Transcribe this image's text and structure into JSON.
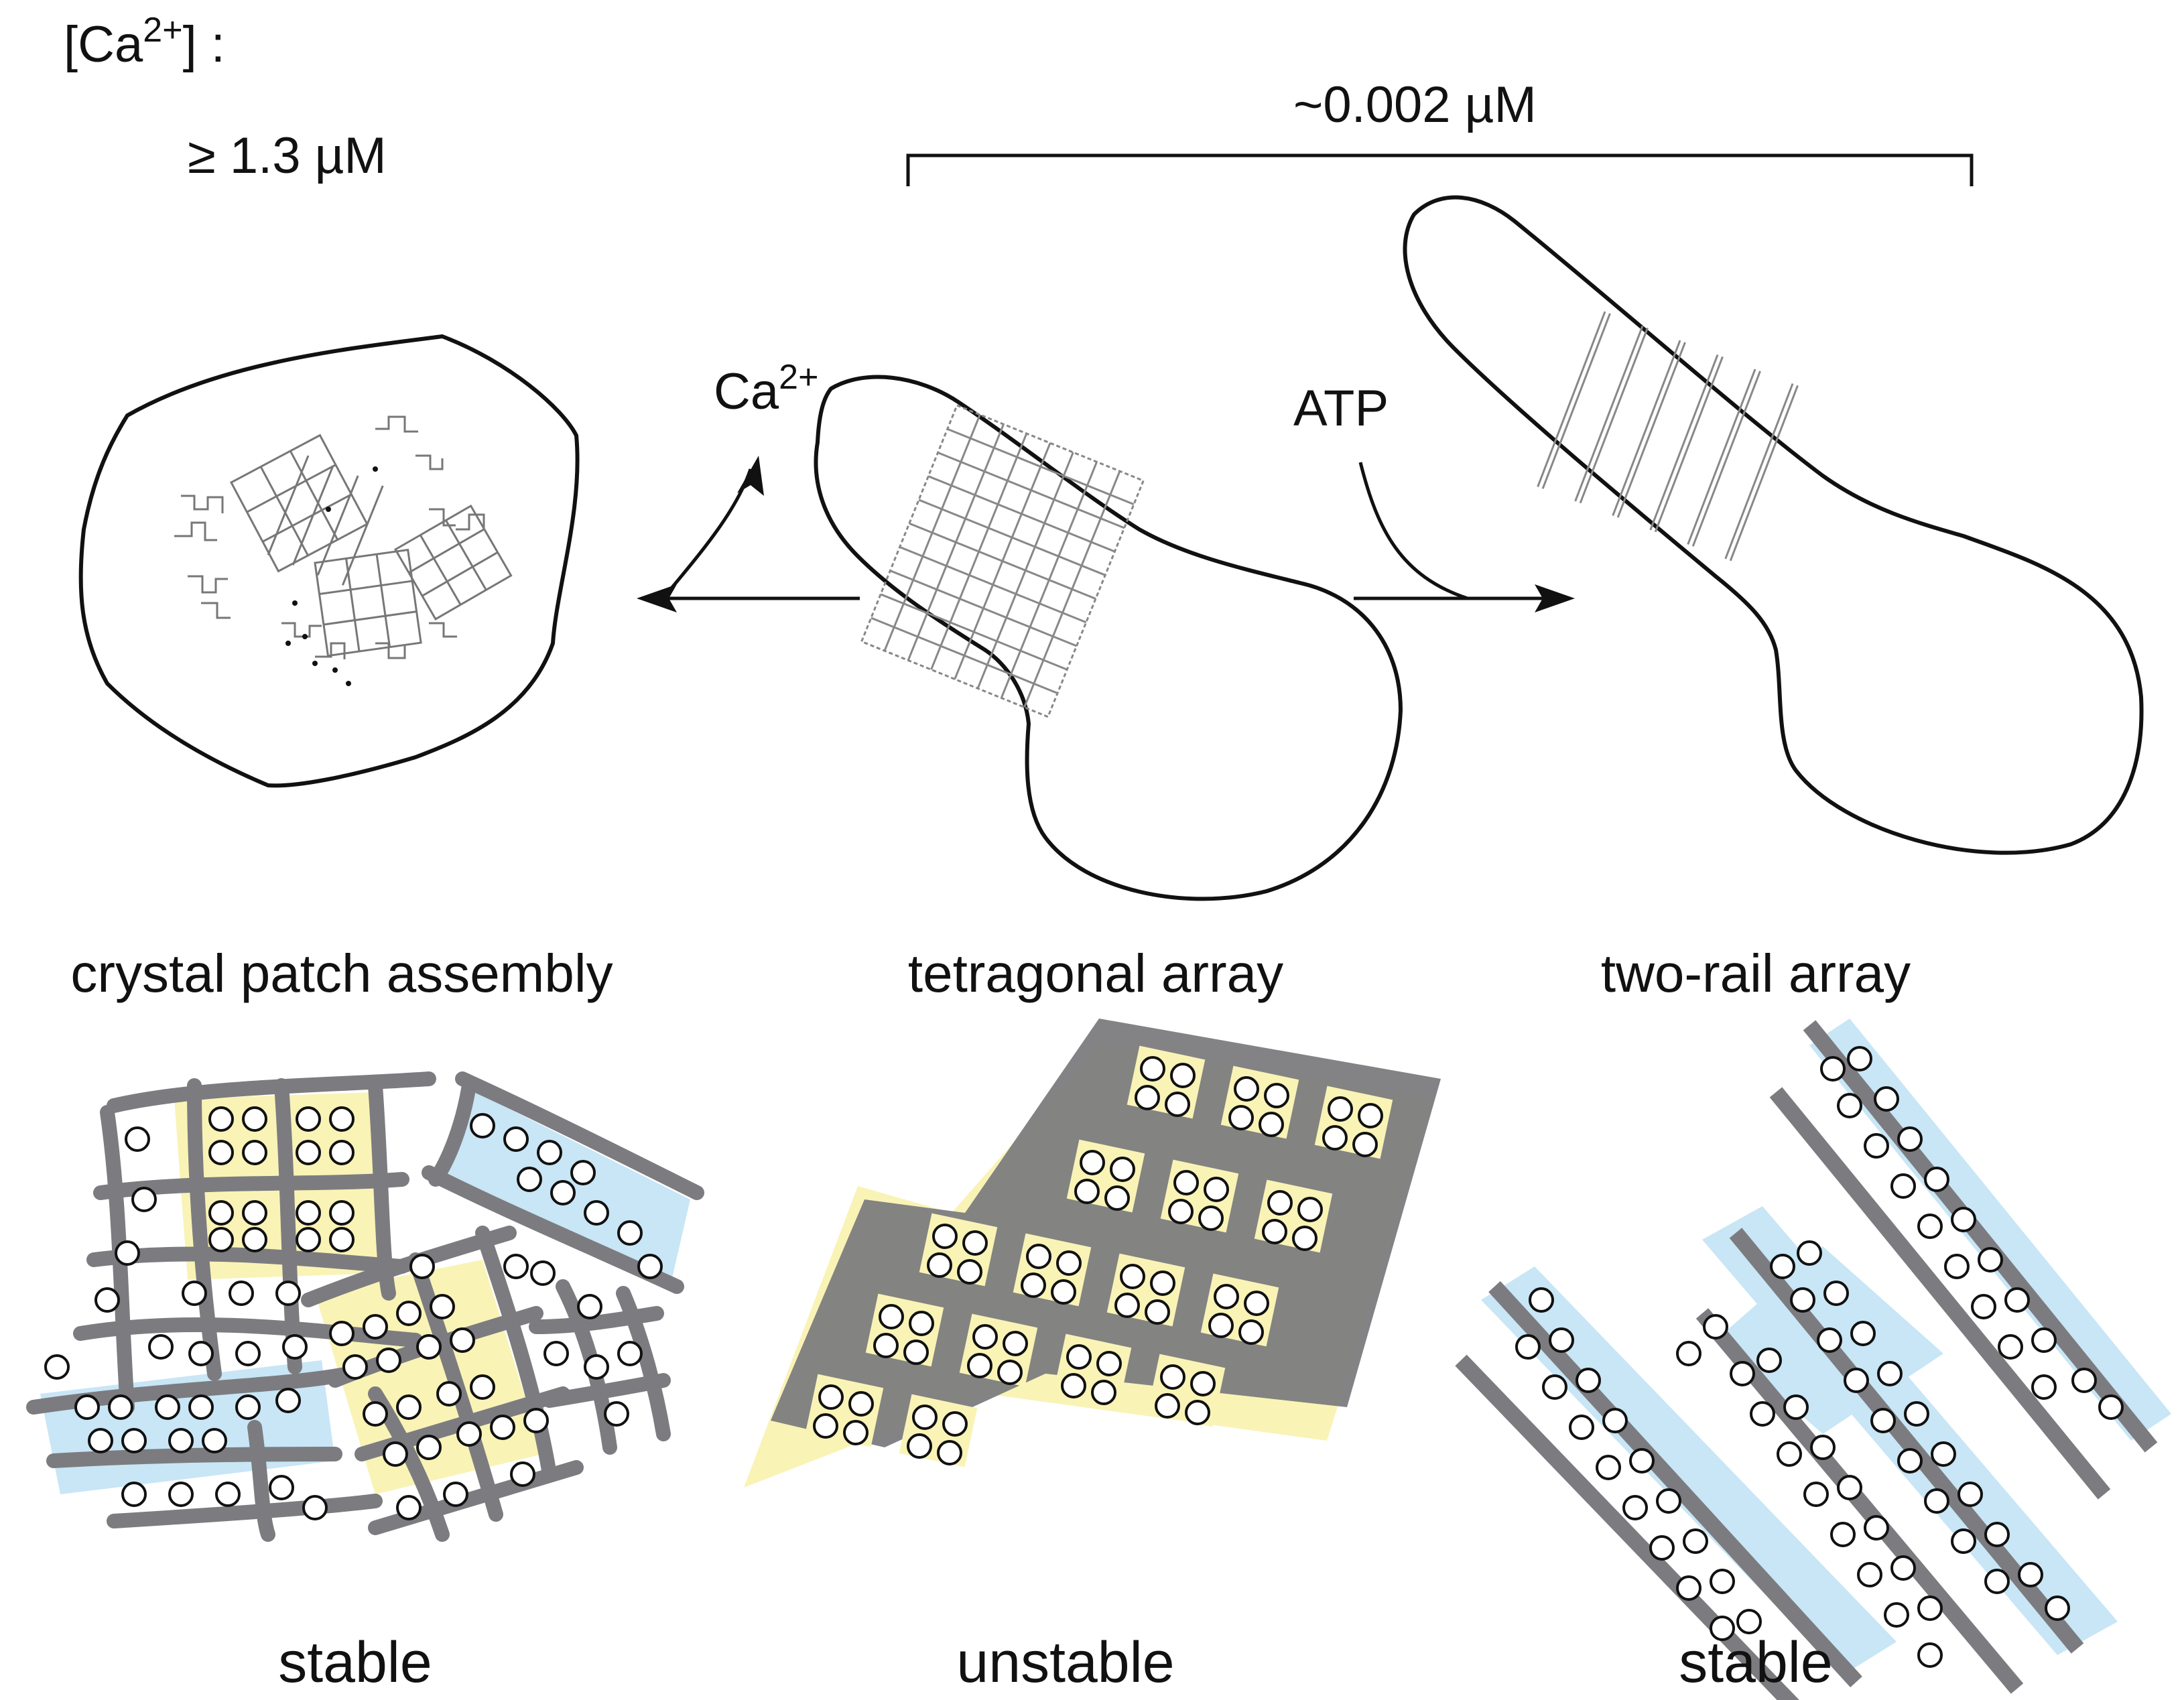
{
  "conditions": {
    "heading_base": "[Ca",
    "heading_sup": "2+",
    "heading_tail": "] :",
    "high_value": "≥ 1.3 µM",
    "low_value": "~0.002 µM"
  },
  "arrows": {
    "ca_base": "Ca",
    "ca_sup": "2+",
    "atp": "ATP"
  },
  "panels": [
    {
      "name": "crystal patch assembly",
      "stability": "stable"
    },
    {
      "name": "tetragonal array",
      "stability": "unstable"
    },
    {
      "name": "two-rail array",
      "stability": "stable"
    }
  ],
  "colors": {
    "outline": "#111111",
    "rail": "#7c7c80",
    "tetragonal_fill": "#f9f3b6",
    "tworail_fill": "#c8e6f5",
    "particle": "#ffffff"
  }
}
